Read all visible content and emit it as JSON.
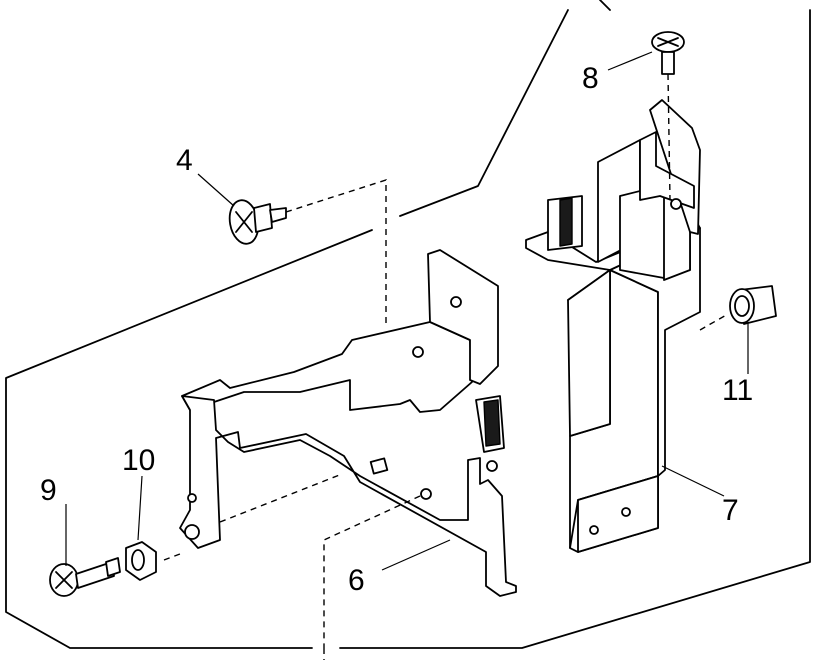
{
  "callouts": {
    "c4": "4",
    "c6": "6",
    "c7": "7",
    "c8": "8",
    "c9": "9",
    "c10": "10",
    "c11": "11"
  }
}
